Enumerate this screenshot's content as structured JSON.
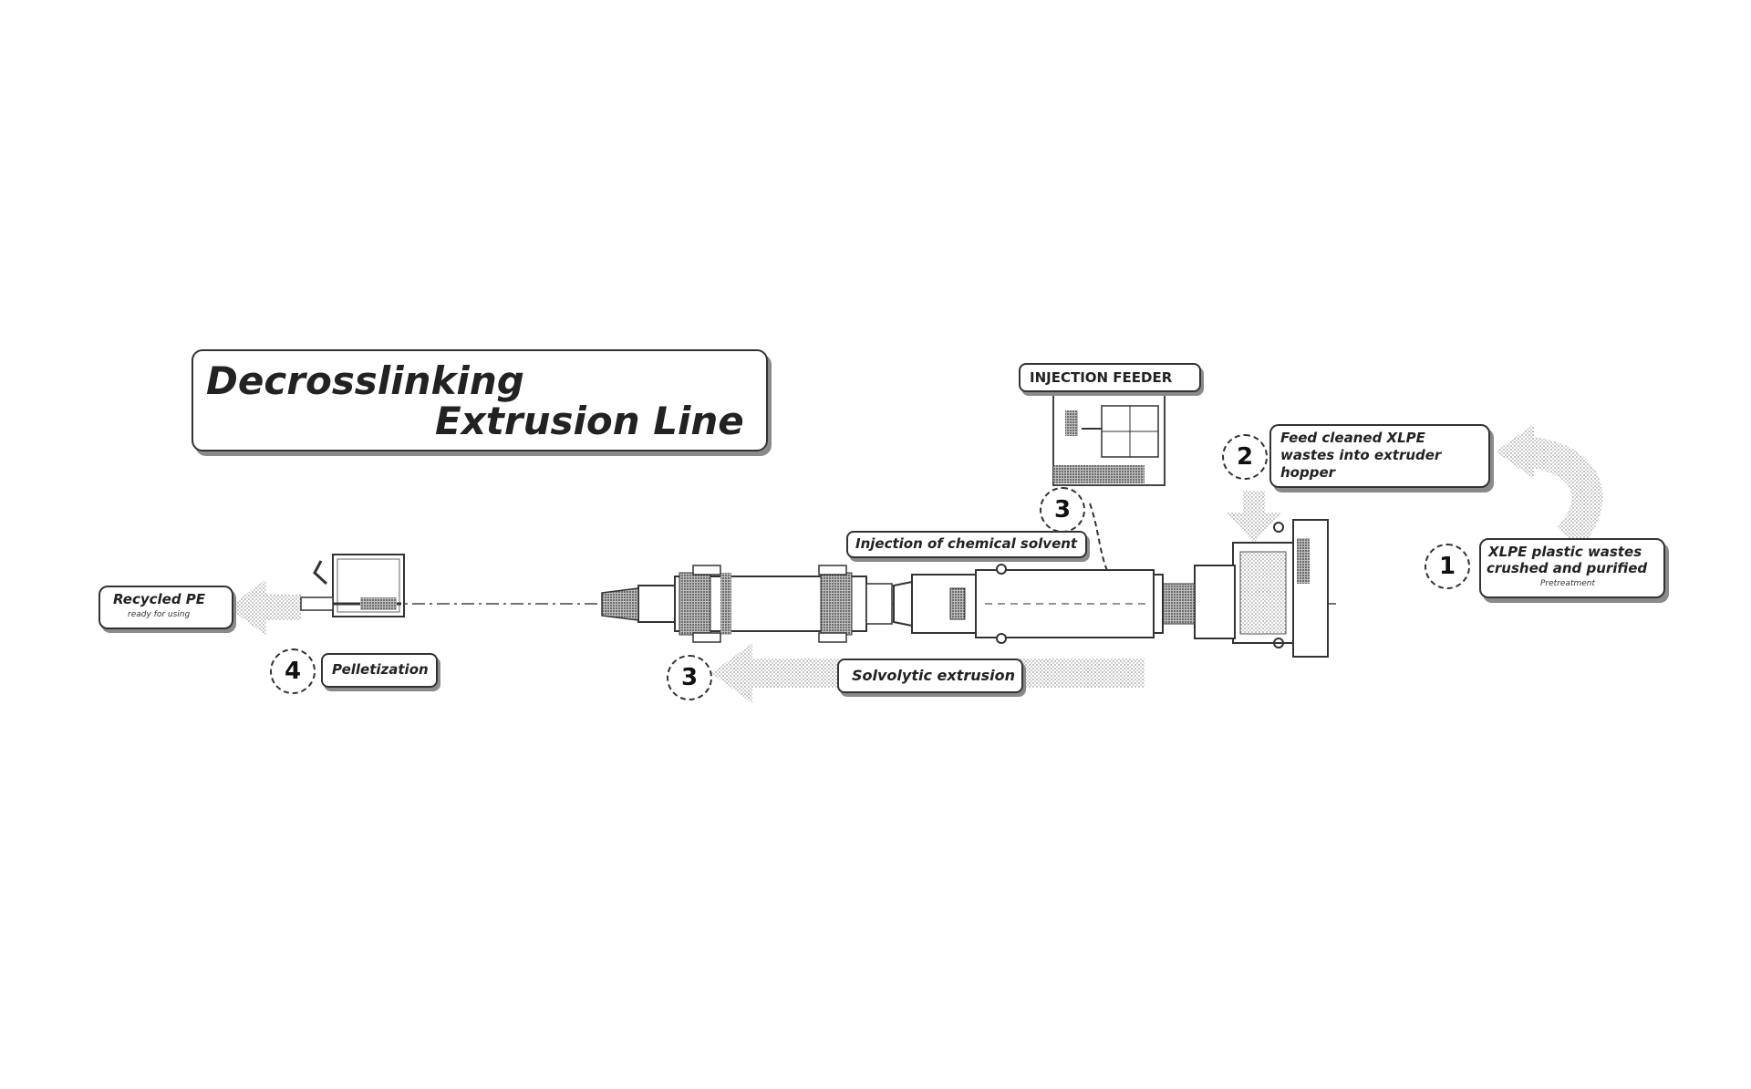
{
  "title": {
    "line1": "Decrosslinking",
    "line2": "Extrusion Line"
  },
  "steps": {
    "step1": {
      "number": "1",
      "line1": "XLPE plastic wastes",
      "line2": "crushed and purified",
      "sub": "Pretreatment"
    },
    "step2": {
      "number": "2",
      "line1": "Feed cleaned XLPE",
      "line2": "wastes into extruder",
      "line3": "hopper"
    },
    "step3_injection": {
      "number": "3",
      "label": "Injection of chemical solvent"
    },
    "step3_feeder": {
      "label": "INJECTION FEEDER"
    },
    "step3_extrusion": {
      "number": "3",
      "label": "Solvolytic extrusion"
    },
    "step4": {
      "number": "4",
      "label": "Pelletization"
    }
  },
  "output": {
    "label": "Recycled PE",
    "sub": "ready for using"
  }
}
